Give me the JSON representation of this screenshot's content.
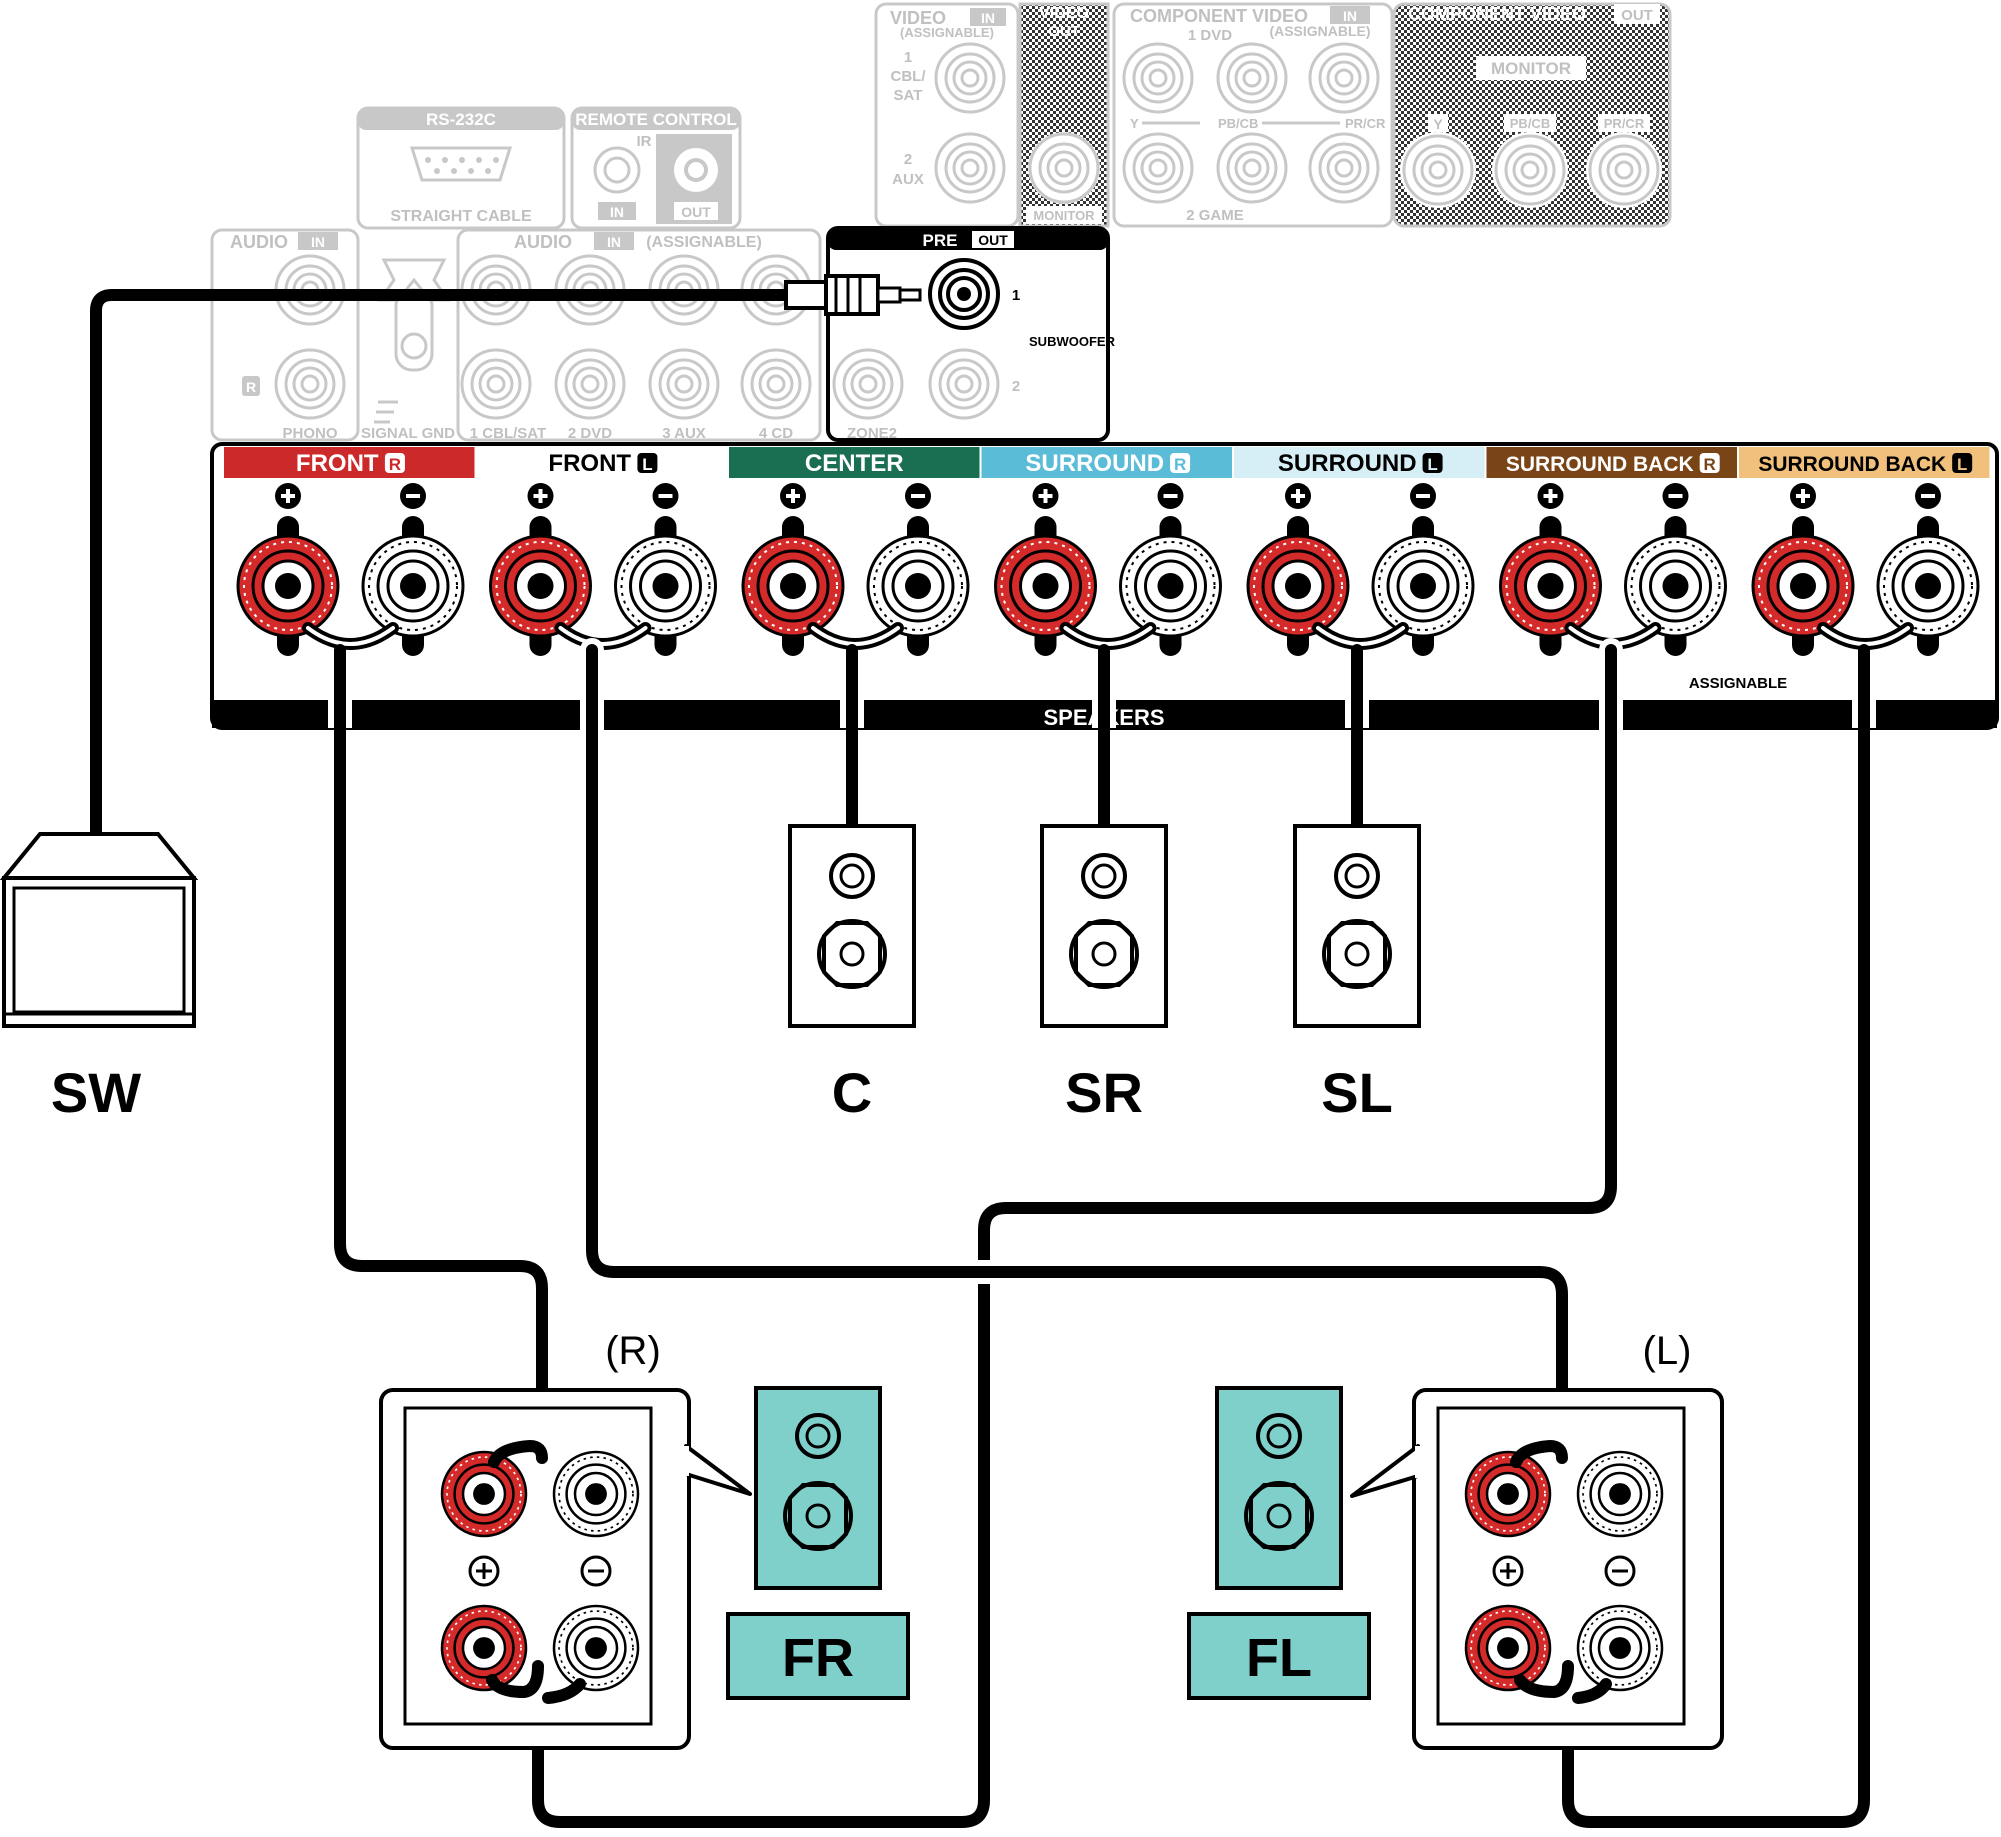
{
  "panel": {
    "video": {
      "title": "VIDEO",
      "tag": "IN",
      "sub": "(ASSIGNABLE)",
      "in1": "1",
      "in1b": "CBL/",
      "in1c": "SAT",
      "in2": "2",
      "in2b": "AUX"
    },
    "video_out": {
      "title": "VIDEO",
      "tag": "OUT",
      "monitor": "MONITOR"
    },
    "component_in": {
      "title": "COMPONENT VIDEO",
      "tag": "IN",
      "sub": "(ASSIGNABLE)",
      "dvd": "1 DVD",
      "game": "2 GAME",
      "y": "Y",
      "pb": "PB/CB",
      "pr": "PR/CR"
    },
    "component_out": {
      "title": "COMPONENT VIDEO",
      "tag": "OUT",
      "monitor": "MONITOR",
      "y": "Y",
      "pb": "PB/CB",
      "pr": "PR/CR"
    },
    "rs232c": {
      "title": "RS-232C",
      "cable": "STRAIGHT CABLE"
    },
    "remote": {
      "title": "REMOTE CONTROL",
      "ir": "IR",
      "in": "IN",
      "out": "OUT"
    },
    "audio_in": {
      "title": "AUDIO",
      "tag": "IN",
      "r": "R",
      "phono": "PHONO"
    },
    "signal_gnd": "SIGNAL GND",
    "audio_assign": {
      "title": "AUDIO",
      "tag": "IN",
      "sub": "(ASSIGNABLE)",
      "inputs": [
        "1 CBL/SAT",
        "2 DVD",
        "3 AUX",
        "4 CD"
      ]
    },
    "preout": {
      "title": "PRE",
      "tag": "OUT",
      "n1": "1",
      "n2": "2",
      "subwoofer": "SUBWOOFER",
      "zone2": "ZONE2"
    },
    "speakers_label": "SPEAKERS",
    "assignable": "ASSIGNABLE",
    "channels": [
      {
        "label": "FRONT",
        "badge": "R",
        "color": "#cc2a2a"
      },
      {
        "label": "FRONT",
        "badge": "L",
        "color": "#ffffff"
      },
      {
        "label": "CENTER",
        "badge": "",
        "color": "#1a6e52"
      },
      {
        "label": "SURROUND",
        "badge": "R",
        "color": "#5bbcd8"
      },
      {
        "label": "SURROUND",
        "badge": "L",
        "color": "#d6eef6"
      },
      {
        "label": "SURROUND BACK",
        "badge": "R",
        "color": "#7a4516"
      },
      {
        "label": "SURROUND BACK",
        "badge": "L",
        "color": "#f0c07c"
      }
    ]
  },
  "speakers": {
    "sw": "SW",
    "c": "C",
    "sr": "SR",
    "sl": "SL",
    "fr": "FR",
    "fl": "FL",
    "right_marker": "(R)",
    "left_marker": "(L)"
  },
  "colors": {
    "red_terminal": "#d42a2a",
    "teal": "#7fcfcb"
  }
}
